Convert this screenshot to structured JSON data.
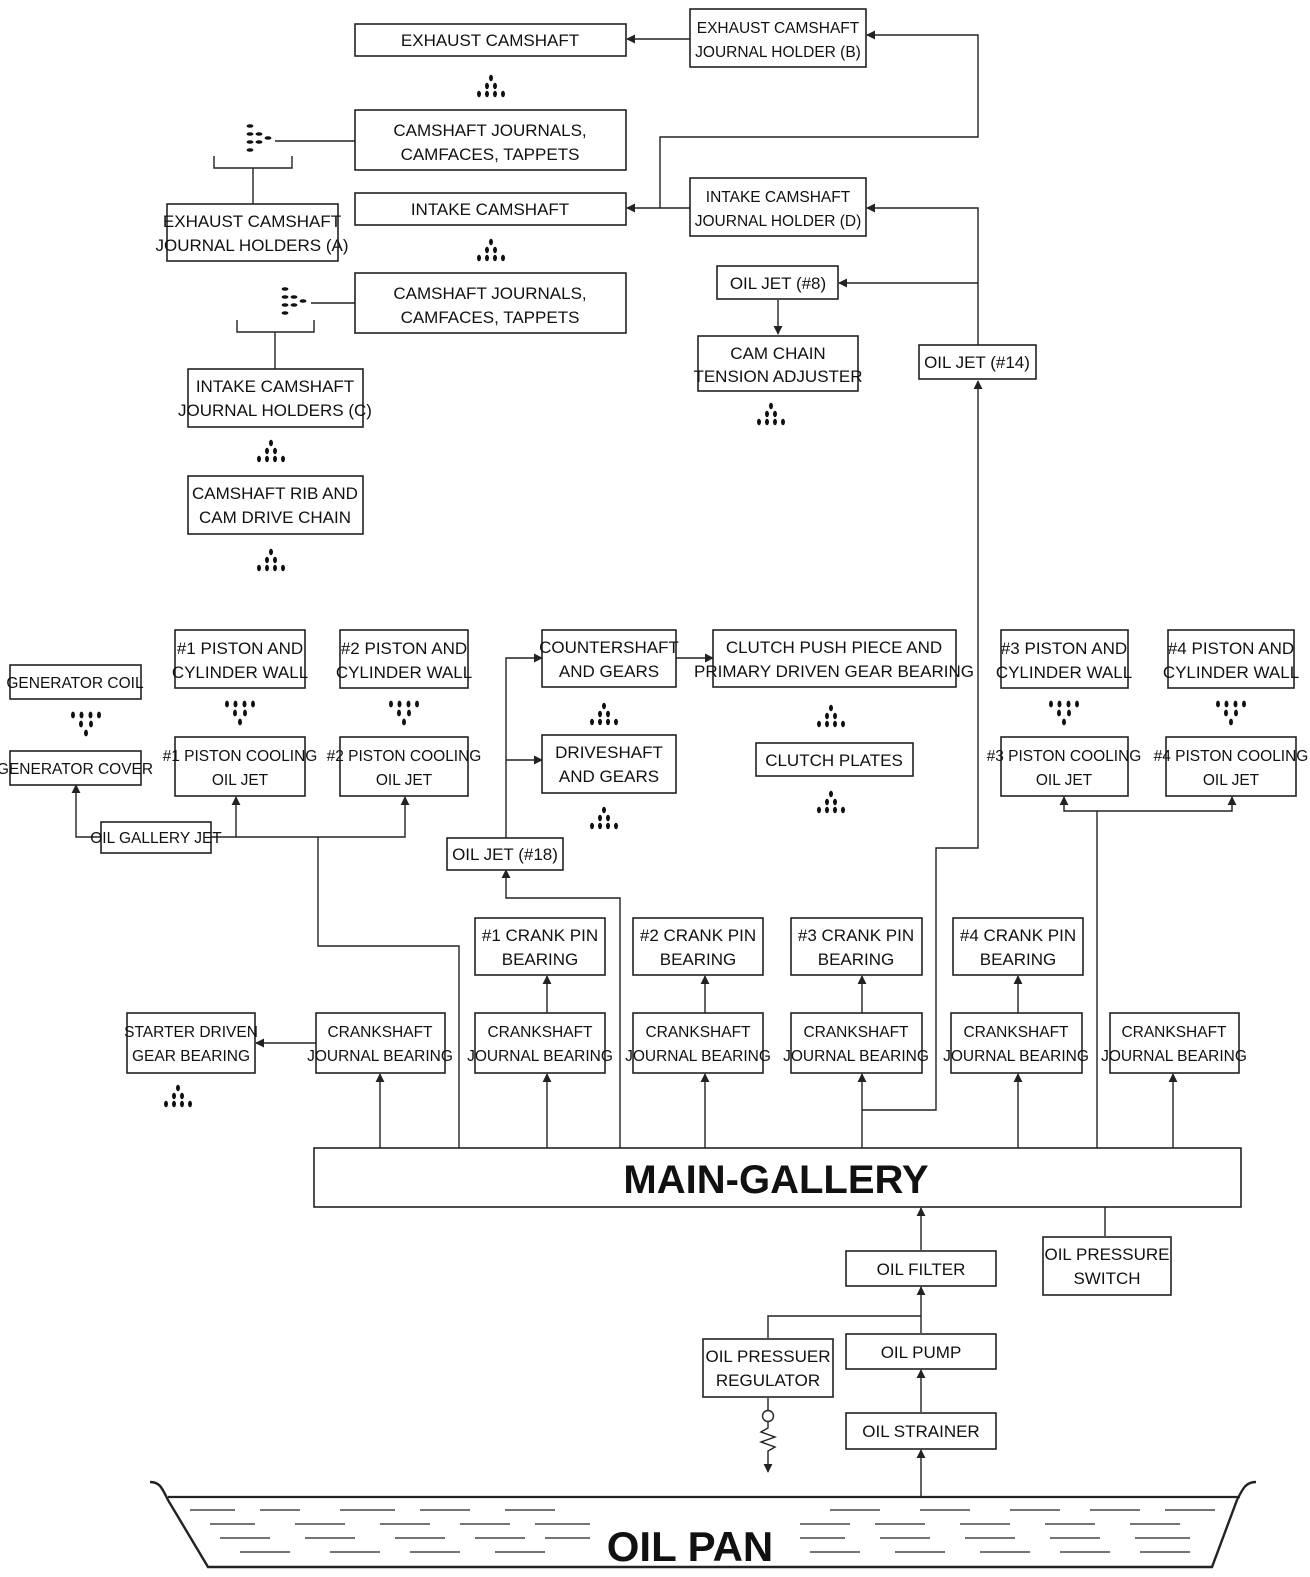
{
  "labels": {
    "exhaust_camshaft": "EXHAUST CAMSHAFT",
    "exhaust_holder_b_1": "EXHAUST CAMSHAFT",
    "exhaust_holder_b_2": "JOURNAL HOLDER (B)",
    "cam_journals_upper_1": "CAMSHAFT JOURNALS,",
    "cam_journals_upper_2": "CAMFACES, TAPPETS",
    "exhaust_holders_a_1": "EXHAUST CAMSHAFT",
    "exhaust_holders_a_2": "JOURNAL HOLDERS (A)",
    "intake_camshaft": "INTAKE CAMSHAFT",
    "intake_holder_d_1": "INTAKE CAMSHAFT",
    "intake_holder_d_2": "JOURNAL HOLDER (D)",
    "oil_jet_8": "OIL JET (#8)",
    "cam_journals_lower_1": "CAMSHAFT JOURNALS,",
    "cam_journals_lower_2": "CAMFACES, TAPPETS",
    "cam_chain_tension_1": "CAM CHAIN",
    "cam_chain_tension_2": "TENSION ADJUSTER",
    "oil_jet_14": "OIL JET (#14)",
    "intake_holders_c_1": "INTAKE CAMSHAFT",
    "intake_holders_c_2": "JOURNAL HOLDERS (C)",
    "cam_rib_1": "CAMSHAFT RIB AND",
    "cam_rib_2": "CAM DRIVE CHAIN",
    "generator_coil": "GENERATOR COIL",
    "generator_cover": "GENERATOR COVER",
    "piston1_1": "#1 PISTON AND",
    "piston1_2": "CYLINDER WALL",
    "piston2_1": "#2 PISTON AND",
    "piston2_2": "CYLINDER WALL",
    "piston3_1": "#3 PISTON AND",
    "piston3_2": "CYLINDER WALL",
    "piston4_1": "#4 PISTON AND",
    "piston4_2": "CYLINDER WALL",
    "cooling1_1": "#1 PISTON COOLING",
    "cooling1_2": "OIL JET",
    "cooling2_1": "#2 PISTON COOLING",
    "cooling2_2": "OIL JET",
    "cooling3_1": "#3 PISTON COOLING",
    "cooling3_2": "OIL JET",
    "cooling4_1": "#4 PISTON COOLING",
    "cooling4_2": "OIL JET",
    "oil_gallery_jet": "OIL GALLERY JET",
    "countershaft_1": "COUNTERSHAFT",
    "countershaft_2": "AND GEARS",
    "driveshaft_1": "DRIVESHAFT",
    "driveshaft_2": "AND GEARS",
    "clutch_push_1": "CLUTCH PUSH PIECE AND",
    "clutch_push_2": "PRIMARY DRIVEN GEAR BEARING",
    "clutch_plates": "CLUTCH PLATES",
    "oil_jet_18": "OIL JET (#18)",
    "crank_pin1_1": "#1 CRANK PIN",
    "crank_pin1_2": "BEARING",
    "crank_pin2_1": "#2 CRANK PIN",
    "crank_pin2_2": "BEARING",
    "crank_pin3_1": "#3 CRANK PIN",
    "crank_pin3_2": "BEARING",
    "crank_pin4_1": "#4  CRANK PIN",
    "crank_pin4_2": "BEARING",
    "starter_1": "STARTER DRIVEN",
    "starter_2": "GEAR BEARING",
    "crank_journal_1": "CRANKSHAFT",
    "crank_journal_2": "JOURNAL BEARING",
    "main_gallery": "MAIN-GALLERY",
    "oil_filter": "OIL FILTER",
    "oil_pressure_switch_1": "OIL PRESSURE",
    "oil_pressure_switch_2": "SWITCH",
    "oil_pressure_regulator_1": "OIL PRESSUER",
    "oil_pressure_regulator_2": "REGULATOR",
    "oil_pump": "OIL PUMP",
    "oil_strainer": "OIL STRAINER",
    "oil_pan": "OIL PAN"
  }
}
